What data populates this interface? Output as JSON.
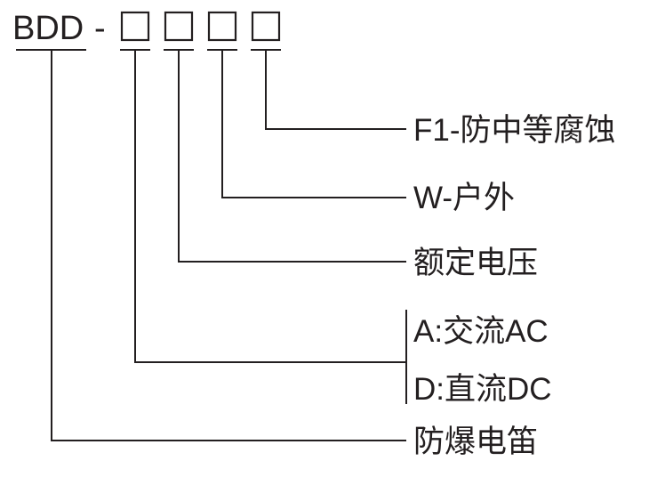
{
  "model": {
    "prefix": "BDD",
    "separator": "-",
    "placeholder_count": 4
  },
  "labels": {
    "anticorrosion": "F1-防中等腐蚀",
    "outdoor": "W-户外",
    "rated_voltage": "额定电压",
    "ac": "A:交流AC",
    "dc": "D:直流DC",
    "explosion_proof_bell": "防爆电笛"
  },
  "colors": {
    "ink": "#231f20",
    "background": "#ffffff"
  }
}
